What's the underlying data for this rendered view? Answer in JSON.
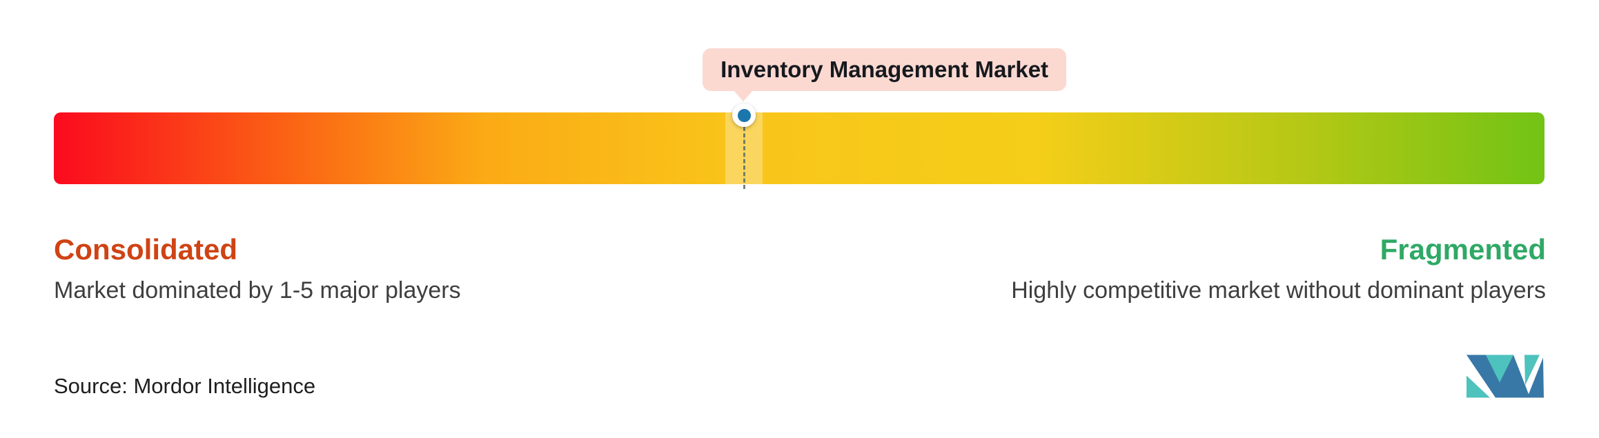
{
  "tooltip": {
    "label": "Inventory Management Market"
  },
  "scale": {
    "left": {
      "title": "Consolidated",
      "subtitle": "Market dominated by 1-5 major players",
      "color": "#cf4314"
    },
    "right": {
      "title": "Fragmented",
      "subtitle": "Highly competitive market without dominant players",
      "color": "#2fa966"
    }
  },
  "source": {
    "text": "Source: Mordor Intelligence"
  },
  "logo": {
    "name": "mordor-intelligence-logo",
    "colors": {
      "dark_blue": "#3878a6",
      "teal": "#4ec3bd"
    }
  },
  "colors": {
    "tooltip_bg": "#fbd9d1",
    "tooltip_text": "#16191e",
    "marker_dot": "#1b76ae",
    "dash_line": "#5a6e6e",
    "subtitle_text": "#3e3e3e",
    "source_text": "#1e1e1e"
  },
  "chart_data": {
    "type": "gauge",
    "title": "Inventory Management Market",
    "axis": {
      "left_end": "Consolidated",
      "right_end": "Fragmented",
      "range_pct": [
        0,
        100
      ]
    },
    "marker_position_pct": 46.3,
    "gradient_stops": [
      {
        "pct": 0,
        "color": "#fb0a1e"
      },
      {
        "pct": 15,
        "color": "#fb5f14"
      },
      {
        "pct": 29,
        "color": "#fbab15"
      },
      {
        "pct": 46,
        "color": "#f9c51a"
      },
      {
        "pct": 66,
        "color": "#f4ce18"
      },
      {
        "pct": 84,
        "color": "#b4c815"
      },
      {
        "pct": 100,
        "color": "#72c315"
      }
    ],
    "annotations": {
      "left_description": "Market dominated by 1-5 major players",
      "right_description": "Highly competitive market without dominant players"
    },
    "legend": "none",
    "grid": false
  }
}
